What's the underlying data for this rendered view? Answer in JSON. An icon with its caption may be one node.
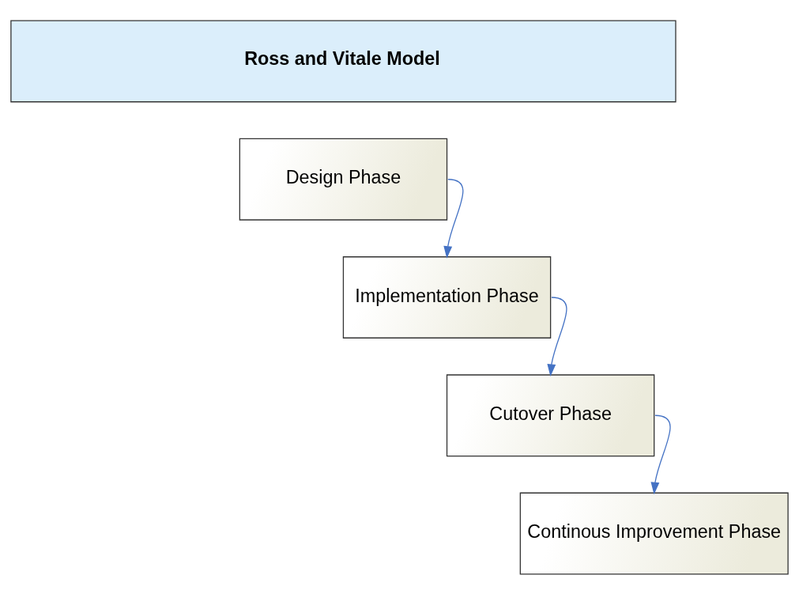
{
  "diagram": {
    "nodes": [
      {
        "text": [
          "Ross and Vitale Model"
        ]
      },
      {
        "text": [
          "Design Phase"
        ]
      },
      {
        "text": [
          "Implementation Phase"
        ]
      },
      {
        "text": [
          "Cutover Phase"
        ]
      },
      {
        "text": [
          "Continous Improvement Phase"
        ]
      }
    ],
    "edges": [
      {
        "from": 1,
        "to": 2,
        "arrow": "to"
      },
      {
        "from": 2,
        "to": 3,
        "arrow": "to"
      },
      {
        "from": 3,
        "to": 4,
        "arrow": "to"
      }
    ]
  }
}
